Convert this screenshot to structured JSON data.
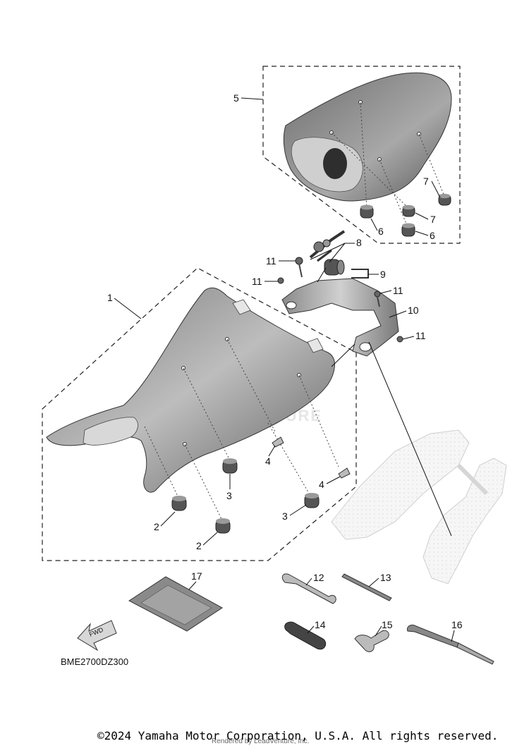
{
  "callouts": {
    "c1": "1",
    "c2a": "2",
    "c2b": "2",
    "c3a": "3",
    "c3b": "3",
    "c4a": "4",
    "c4b": "4",
    "c5": "5",
    "c6a": "6",
    "c6b": "6",
    "c7a": "7",
    "c7b": "7",
    "c8": "8",
    "c9": "9",
    "c10": "10",
    "c11a": "11",
    "c11b": "11",
    "c11c": "11",
    "c11d": "11",
    "c12": "12",
    "c13": "13",
    "c14": "14",
    "c15": "15",
    "c16": "16",
    "c17": "17"
  },
  "fwd_label": "FWD",
  "diagram_code": "BME2700DZ300",
  "watermark": "PARTSVENTURE",
  "rendered_by": "Rendered by LeadVenture, Inc.",
  "copyright": "©2024 Yamaha Motor Corporation, U.S.A. All rights reserved.",
  "colors": {
    "part_fill": "#9a9a9a",
    "part_dark": "#5a5a5a",
    "ghost": "#f2f2f2",
    "line": "#111111"
  }
}
